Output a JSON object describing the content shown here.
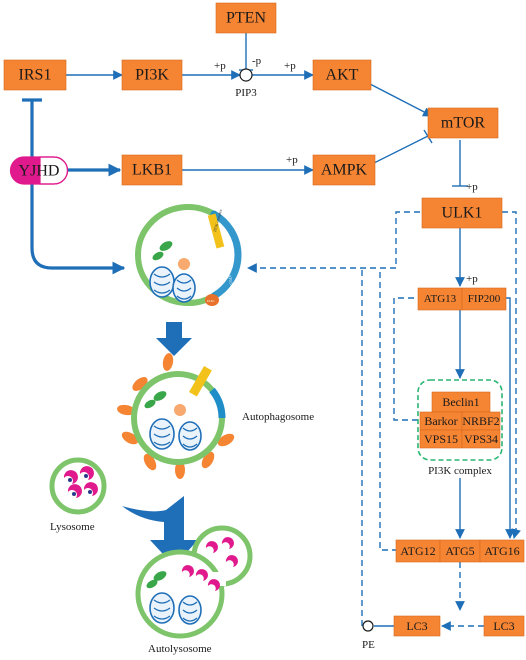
{
  "nodes": {
    "pten": "PTEN",
    "irs1": "IRS1",
    "pi3k": "PI3K",
    "akt": "AKT",
    "mtor": "mTOR",
    "yjhd": "YJHD",
    "lkb1": "LKB1",
    "ampk": "AMPK",
    "ulk1": "ULK1",
    "atg13": "ATG13",
    "fip200": "FIP200",
    "beclin1": "Beclin1",
    "barkor": "Barkor",
    "nrbf2": "NRBF2",
    "vps15": "VPS15",
    "vps34": "VPS34",
    "atg12": "ATG12",
    "atg5": "ATG5",
    "atg16": "ATG16",
    "lc3_left": "LC3",
    "lc3_right": "LC3"
  },
  "labels": {
    "pip3": "PIP3",
    "pe": "PE",
    "plus_p": "+p",
    "minus_p": "-p",
    "pi3k_complex": "PI3K complex",
    "autophagosome": "Autophagosome",
    "lysosome": "Lysosome",
    "autolysosome": "Autolysosome"
  },
  "membrane_tags": {
    "tag1": "PI3K complex",
    "tag2": "ATG12-ATG5-ATG16",
    "tag3": "ULK1"
  },
  "colors": {
    "node_fill": "#F58433",
    "arrow": "#1f6fb8",
    "yjhd_magenta": "#E0198C",
    "membrane_green": "#7DC46A",
    "complex_border": "#2BB673"
  }
}
